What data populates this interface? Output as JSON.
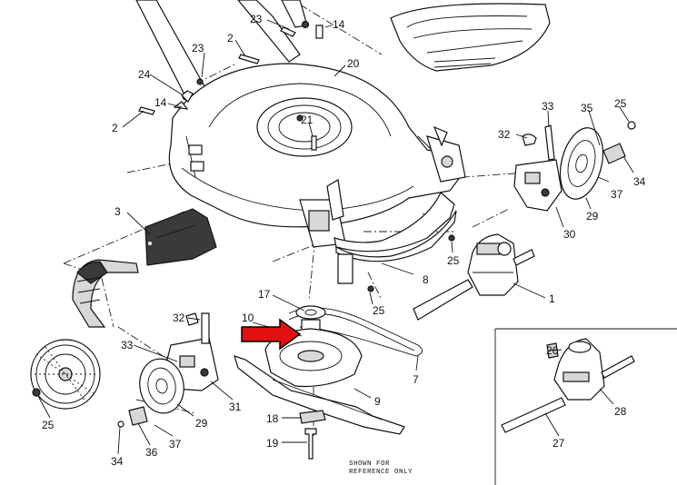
{
  "callouts": {
    "c1": "1",
    "c2a": "2",
    "c2b": "2",
    "c3": "3",
    "c7": "7",
    "c8": "8",
    "c9": "9",
    "c10": "10",
    "c14a": "14",
    "c14b": "14",
    "c17": "17",
    "c18": "18",
    "c19": "19",
    "c20": "20",
    "c21": "21",
    "c23a": "23",
    "c23b": "23",
    "c24": "24",
    "c25a": "25",
    "c25b": "25",
    "c25c": "25",
    "c25d": "25",
    "c26": "26",
    "c27": "27",
    "c28": "28",
    "c29a": "29",
    "c29b": "29",
    "c30": "30",
    "c31": "31",
    "c32a": "32",
    "c32b": "32",
    "c33a": "33",
    "c33b": "33",
    "c34a": "34",
    "c34b": "34",
    "c35": "35",
    "c36": "36",
    "c37a": "37",
    "c37b": "37"
  },
  "note": {
    "line1": "SHOWN FOR",
    "line2": "REFERENCE ONLY"
  },
  "colors": {
    "ink": "#111111",
    "arrow": "#e01010",
    "arrow_outline": "#000000",
    "background": "#ffffff"
  }
}
